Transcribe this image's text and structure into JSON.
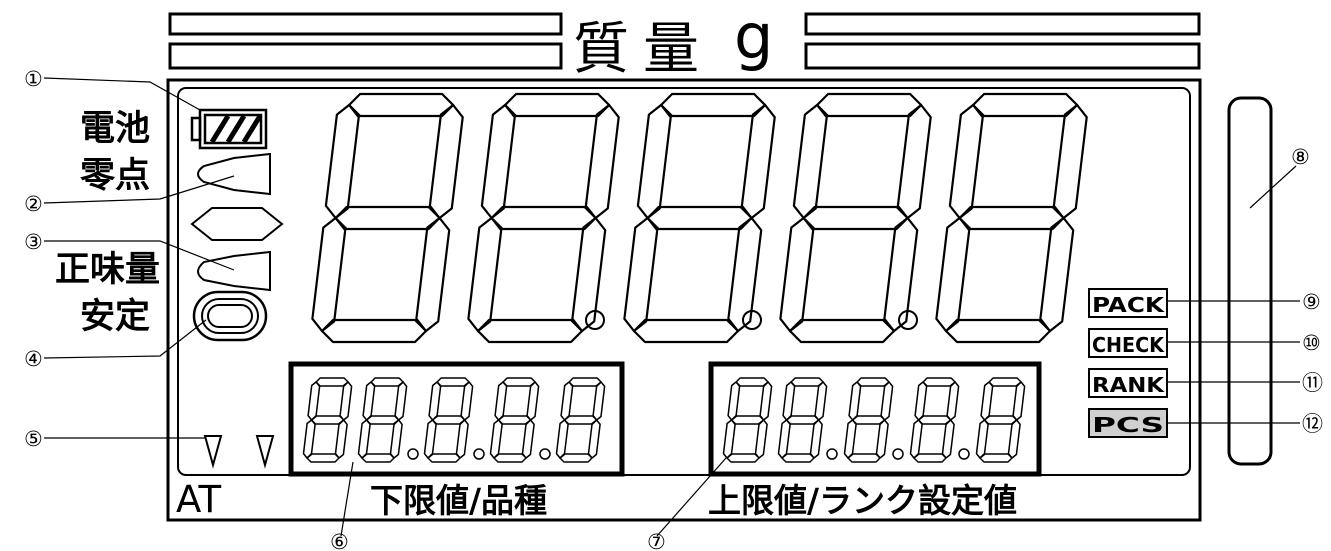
{
  "header": {
    "title": "質量",
    "unit": "g"
  },
  "left_labels": {
    "battery": "電池",
    "zero": "零点",
    "net": "正味量",
    "stable": "安定"
  },
  "bottom_labels": {
    "at": "AT",
    "lower_limit": "下限値/品種",
    "upper_limit": "上限値/ランク設定値"
  },
  "indicators": [
    "PACK",
    "CHECK",
    "RANK",
    "PCS"
  ],
  "callouts": {
    "c1": "①",
    "c2": "②",
    "c3": "③",
    "c4": "④",
    "c5": "⑤",
    "c6": "⑥",
    "c7": "⑦",
    "c8": "⑧",
    "c9": "⑨",
    "c10": "⑩",
    "c11": "⑪",
    "c12": "⑫"
  },
  "main_display": {
    "digits": 5
  },
  "sub_displays": {
    "digits_each": 5
  }
}
